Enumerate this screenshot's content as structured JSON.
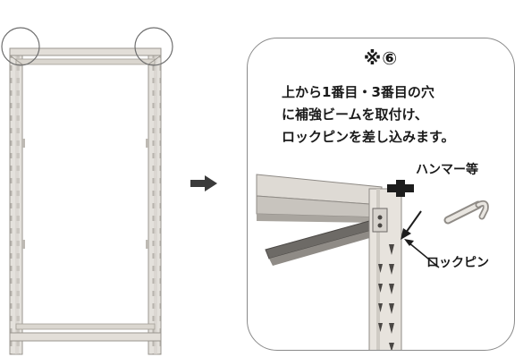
{
  "step": {
    "mark": "※⑥",
    "instruction_lines": [
      "上から1番目・3番目の穴",
      "に補強ビームを取付け、",
      "ロックピンを差し込みます。"
    ]
  },
  "labels": {
    "hammer": "ハンマー等",
    "lock_pin": "ロックピン"
  },
  "colors": {
    "frame_light": "#e9e6e1",
    "frame_mid": "#cfcbc4",
    "frame_dark": "#8f8b86",
    "arrow": "#3a3a3a",
    "outline": "#8a8a8a"
  }
}
